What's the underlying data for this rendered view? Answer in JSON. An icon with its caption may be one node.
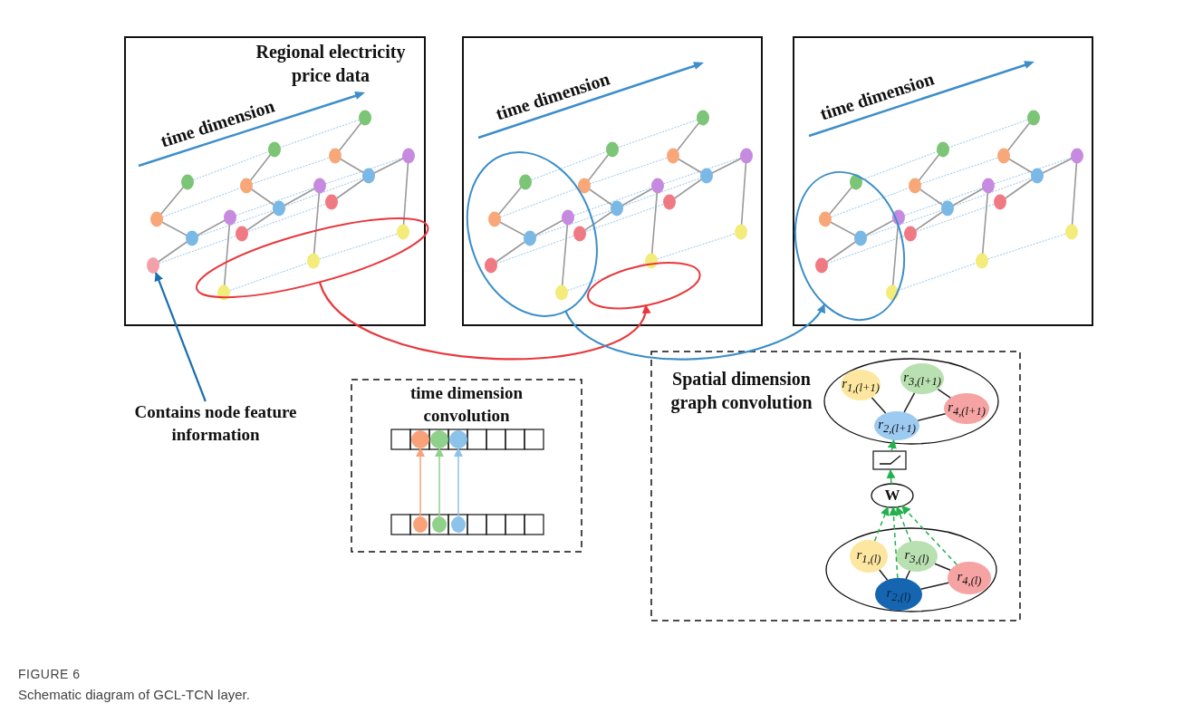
{
  "diagram": {
    "caption": "Schematic diagram of GCL-TCN layer.",
    "nodes": [
      {
        "text": [
          "Regional electricity price data",
          "time dimension"
        ]
      },
      {
        "text": [
          "time dimension"
        ]
      },
      {
        "text": [
          "time dimension"
        ]
      },
      {
        "text": [],
        "shape": "ellipse",
        "in": 0
      },
      {
        "text": [],
        "shape": "circle",
        "in": 0
      },
      {
        "text": [],
        "shape": "ellipse",
        "in": 1
      },
      {
        "text": [],
        "shape": "ellipse",
        "in": 1
      },
      {
        "text": [],
        "shape": "ellipse",
        "in": 2
      },
      {
        "text": [
          "Contains node feature information"
        ]
      },
      {
        "text": [
          "time dimension convolution"
        ]
      },
      {
        "text": [],
        "shape": "circle",
        "in": 9
      },
      {
        "text": [],
        "shape": "circle",
        "in": 9
      },
      {
        "text": [],
        "shape": "circle",
        "in": 9
      },
      {
        "text": [],
        "shape": "ellipse",
        "in": 9
      },
      {
        "text": [],
        "shape": "ellipse",
        "in": 9
      },
      {
        "text": [],
        "shape": "ellipse",
        "in": 9
      },
      {
        "text": [
          "Spatial dimension graph convolution"
        ]
      },
      {
        "text": [],
        "shape": "ellipse",
        "in": 16
      },
      {
        "text": [
          "r$_{1,(l+1)}$"
        ],
        "in": 17
      },
      {
        "text": [
          "r$_{2,(l+1)}$"
        ],
        "in": 17
      },
      {
        "text": [
          "r$_{3,(l+1)}$"
        ],
        "in": 17
      },
      {
        "text": [
          "r$_{4,(l+1)}$"
        ],
        "in": 17
      },
      {
        "text": [],
        "shape": "box",
        "in": 16
      },
      {
        "text": [
          "W"
        ],
        "in": 16
      },
      {
        "text": [],
        "shape": "ellipse",
        "in": 16
      },
      {
        "text": [
          "r$_{1,(l)}$"
        ],
        "in": 24
      },
      {
        "text": [
          "r$_{2,(l)}$"
        ],
        "in": 24
      },
      {
        "text": [
          "r$_{3,(l)}$"
        ],
        "in": 24
      },
      {
        "text": [
          "r$_{4,(l)}$"
        ],
        "in": 24
      }
    ],
    "edges": [
      {
        "from": 3,
        "to": 6,
        "arrow": "to",
        "color": "#e8383d"
      },
      {
        "from": 5,
        "to": 7,
        "arrow": "to",
        "color": "#3d8ec9"
      },
      {
        "from": 8,
        "to": 4,
        "arrow": "to",
        "color": "#1b6fae"
      },
      {
        "from": 13,
        "to": 10,
        "arrow": "to",
        "color": "#f9a27a"
      },
      {
        "from": 14,
        "to": 11,
        "arrow": "to",
        "color": "#8fd18a"
      },
      {
        "from": 15,
        "to": 12,
        "arrow": "to",
        "color": "#8cc3ea"
      },
      {
        "from": 18,
        "to": 19,
        "arrow": "none"
      },
      {
        "from": 19,
        "to": 20,
        "arrow": "none"
      },
      {
        "from": 20,
        "to": 21,
        "arrow": "none"
      },
      {
        "from": 19,
        "to": 21,
        "arrow": "none"
      },
      {
        "from": 25,
        "to": 26,
        "arrow": "none"
      },
      {
        "from": 26,
        "to": 27,
        "arrow": "none"
      },
      {
        "from": 27,
        "to": 28,
        "arrow": "none"
      },
      {
        "from": 26,
        "to": 28,
        "arrow": "none"
      },
      {
        "from": 25,
        "to": 23,
        "arrow": "to",
        "style": "dashed",
        "color": "#22b14c"
      },
      {
        "from": 26,
        "to": 23,
        "arrow": "to",
        "style": "dashed",
        "color": "#22b14c"
      },
      {
        "from": 27,
        "to": 23,
        "arrow": "to",
        "style": "dashed",
        "color": "#22b14c"
      },
      {
        "from": 28,
        "to": 23,
        "arrow": "to",
        "style": "dashed",
        "color": "#22b14c"
      },
      {
        "from": 23,
        "to": 22,
        "arrow": "to",
        "color": "#22b14c"
      },
      {
        "from": 22,
        "to": 19,
        "arrow": "to",
        "color": "#22b14c"
      }
    ],
    "labels": [
      "FIGURE 6"
    ]
  }
}
